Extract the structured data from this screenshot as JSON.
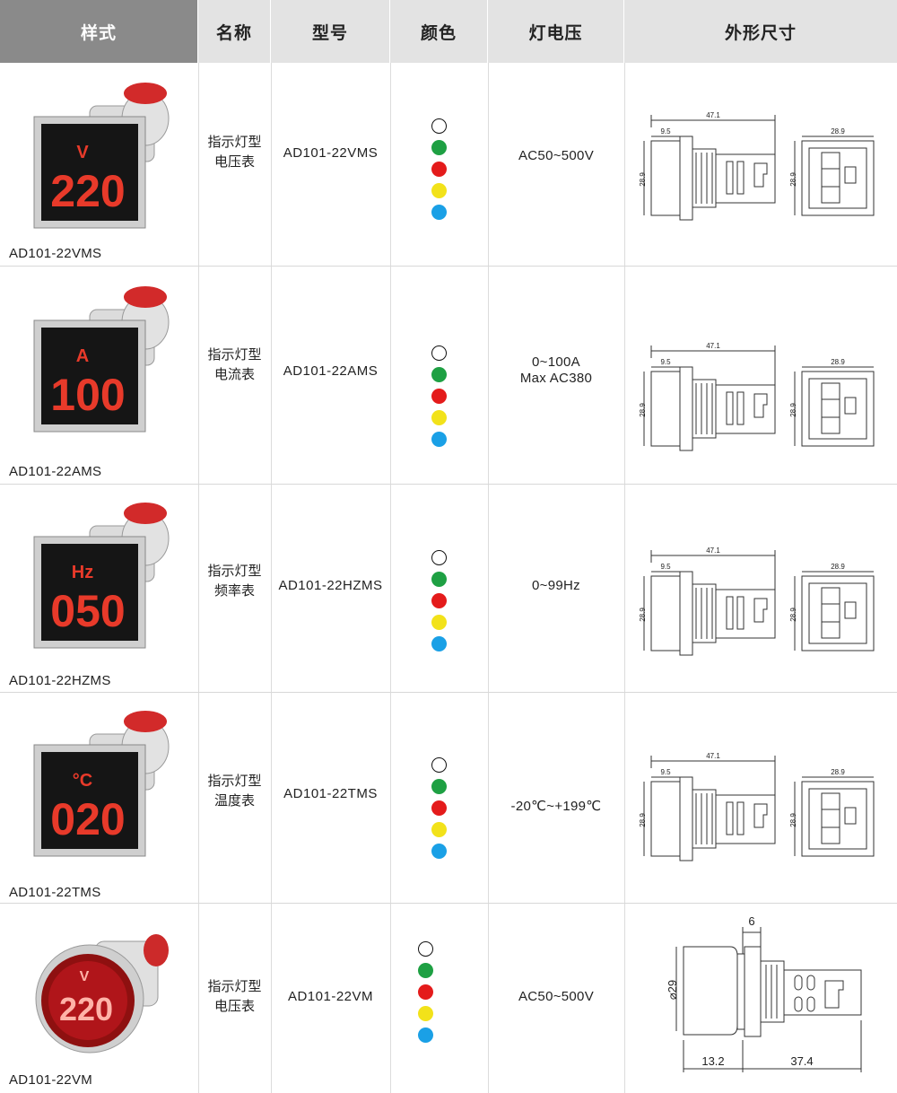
{
  "header": {
    "style": "样式",
    "name": "名称",
    "model": "型号",
    "color": "颜色",
    "voltage": "灯电压",
    "dimensions": "外形尺寸"
  },
  "colors": [
    "white",
    "green",
    "red",
    "yellow",
    "blue"
  ],
  "rows": [
    {
      "caption": "AD101-22VMS",
      "display_unit": "V",
      "display_digits": "220",
      "name_line1": "指示灯型",
      "name_line2": "电压表",
      "model": "AD101-22VMS",
      "voltage_line1": "AC50~500V",
      "voltage_line2": "",
      "dims": {
        "total": "47.1",
        "front": "9.5",
        "height": "28.9",
        "width": "28.9"
      }
    },
    {
      "caption": "AD101-22AMS",
      "display_unit": "A",
      "display_digits": "100",
      "name_line1": "指示灯型",
      "name_line2": "电流表",
      "model": "AD101-22AMS",
      "voltage_line1": "0~100A",
      "voltage_line2": "Max AC380",
      "dims": {
        "total": "47.1",
        "front": "9.5",
        "height": "28.9",
        "width": "28.9"
      }
    },
    {
      "caption": "AD101-22HZMS",
      "display_unit": "Hz",
      "display_digits": "050",
      "name_line1": "指示灯型",
      "name_line2": "频率表",
      "model": "AD101-22HZMS",
      "voltage_line1": "0~99Hz",
      "voltage_line2": "",
      "dims": {
        "total": "47.1",
        "front": "9.5",
        "height": "28.9",
        "width": "28.9"
      }
    },
    {
      "caption": "AD101-22TMS",
      "display_unit": "°C",
      "display_digits": "020",
      "name_line1": "指示灯型",
      "name_line2": "温度表",
      "model": "AD101-22TMS",
      "voltage_line1": "-20℃~+199℃",
      "voltage_line2": "",
      "dims": {
        "total": "47.1",
        "front": "9.5",
        "height": "28.9",
        "width": "28.9"
      }
    },
    {
      "caption": "AD101-22VM",
      "display_unit": "V",
      "display_digits": "220",
      "name_line1": "指示灯型",
      "name_line2": "电压表",
      "model": "AD101-22VM",
      "voltage_line1": "AC50~500V",
      "voltage_line2": "",
      "dims": {
        "top": "6",
        "diameter": "⌀29",
        "left": "13.2",
        "right": "37.4"
      }
    }
  ]
}
